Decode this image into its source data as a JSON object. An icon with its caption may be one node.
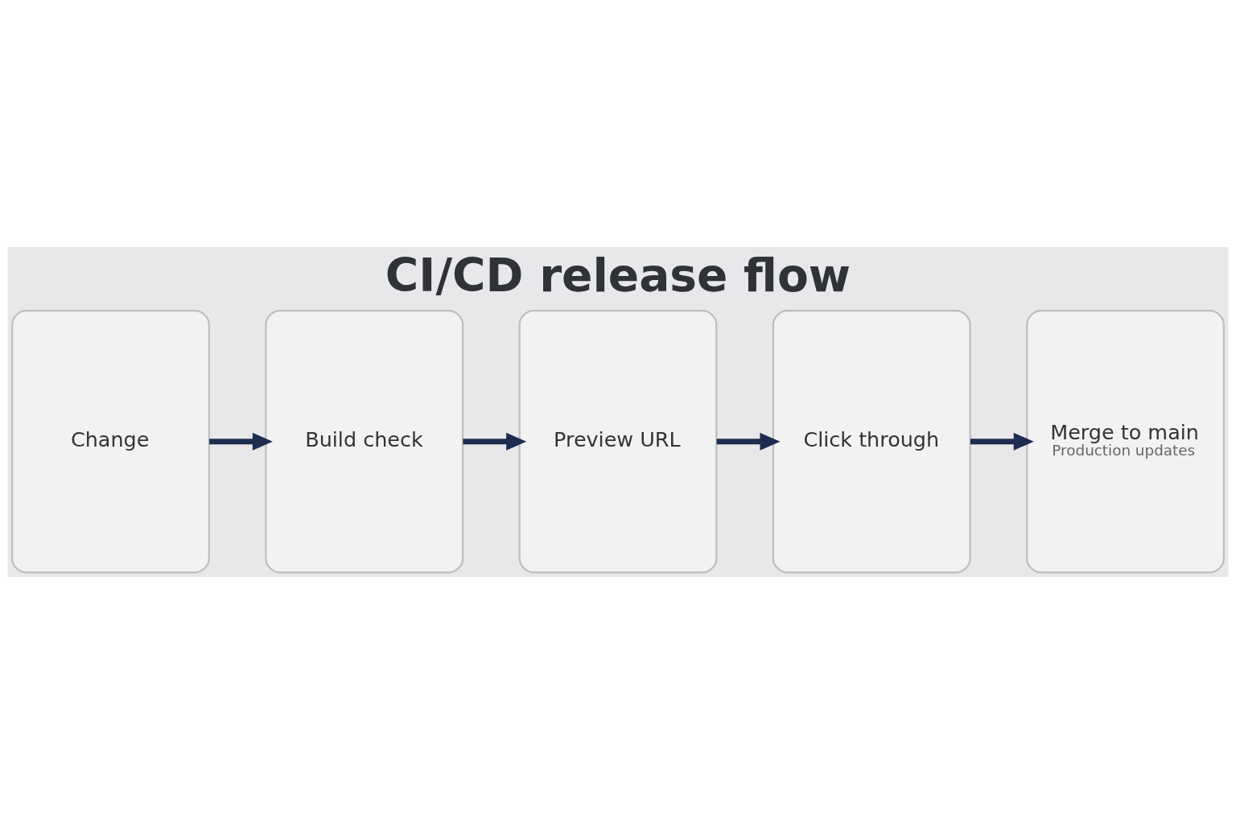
{
  "diagram": {
    "title": "CI/CD release flow",
    "nodes": [
      {
        "text": [
          "Change"
        ]
      },
      {
        "text": [
          "Build check"
        ]
      },
      {
        "text": [
          "Preview URL"
        ]
      },
      {
        "text": [
          "Click through"
        ]
      },
      {
        "text": [
          "Merge to main",
          "Production updates"
        ]
      }
    ],
    "edges": [
      {
        "from": 0,
        "to": 1,
        "arrow": "to"
      },
      {
        "from": 1,
        "to": 2,
        "arrow": "to"
      },
      {
        "from": 2,
        "to": 3,
        "arrow": "to"
      },
      {
        "from": 3,
        "to": 4,
        "arrow": "to"
      }
    ]
  }
}
